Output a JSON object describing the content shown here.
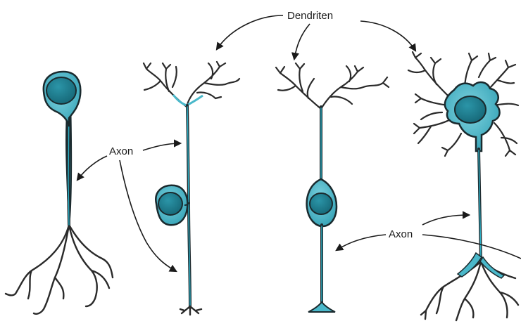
{
  "labels": {
    "dendrites": "Dendriten",
    "axon_left": "Axon",
    "axon_right": "Axon"
  },
  "colors": {
    "cell_fill": "#4ab8ca",
    "cell_fill_light": "#6fcad8",
    "nucleus_fill": "#1f7f92",
    "outline": "#1a2a2e",
    "branch": "#2a2a2a"
  }
}
